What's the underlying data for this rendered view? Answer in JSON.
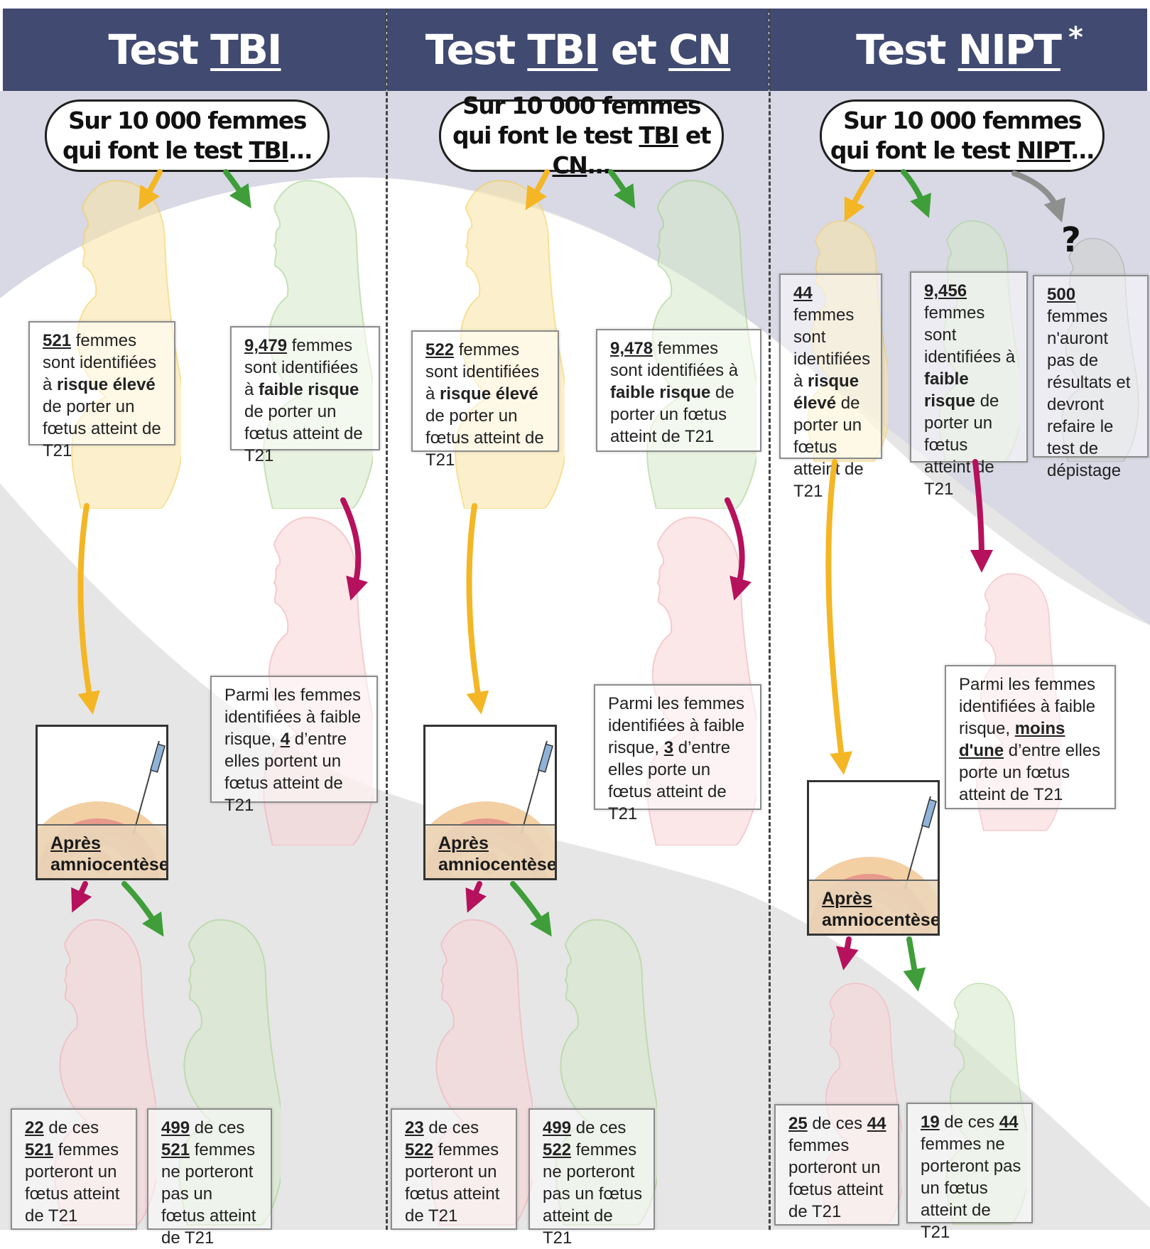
{
  "columns": [
    {
      "title_prefix": "Test ",
      "title_test": "TBI",
      "pill_line1": "Sur 10 000 femmes",
      "pill_line2_prefix": "qui font le test ",
      "pill_line2_test": "TBI",
      "pill_line2_suffix": "...",
      "high_risk": {
        "count": "521",
        "text1": " femmes sont identifiées à ",
        "bold": "risque élevé",
        "text2": " de porter un fœtus atteint de T21"
      },
      "low_risk": {
        "count": "9,479",
        "text1": " femmes sont identifiées à ",
        "bold": "faible risque",
        "text2": " de porter un fœtus atteint de T21"
      },
      "among_low": {
        "text1": "Parmi les femmes identifiées à faible risque, ",
        "number": "4",
        "text2": " d’entre elles portent un fœtus atteint de T21"
      },
      "amnio": {
        "line1": "Après",
        "line2": "amniocentèse"
      },
      "affected": {
        "count": "22",
        "text1": " de ces ",
        "total": "521",
        "text2": " femmes porteront un fœtus atteint de T21"
      },
      "unaffected": {
        "count": "499",
        "text1": " de ces ",
        "total": "521",
        "text2": " femmes ne porteront pas un fœtus atteint de T21"
      }
    },
    {
      "title_prefix": "Test ",
      "title_test": "TBI",
      "title_mid": " et ",
      "title_test2": "CN",
      "pill_line1": "Sur 10 000 femmes",
      "pill_line2_prefix": "qui font le test ",
      "pill_line2_test": "TBI",
      "pill_line2_mid": " et ",
      "pill_line2_test2": "CN",
      "pill_line2_suffix": "...",
      "high_risk": {
        "count": "522",
        "text1": " femmes sont identifiées à ",
        "bold": "risque élevé",
        "text2": " de porter un fœtus atteint de T21"
      },
      "low_risk": {
        "count": "9,478",
        "text1": " femmes sont identifiées à ",
        "bold": "faible risque",
        "text2": " de porter un fœtus atteint de T21"
      },
      "among_low": {
        "text1": "Parmi les femmes identifiées à faible risque, ",
        "number": "3",
        "text2": " d’entre elles porte un fœtus atteint de T21"
      },
      "amnio": {
        "line1": "Après",
        "line2": "amniocentèse"
      },
      "affected": {
        "count": "23",
        "text1": " de ces ",
        "total": "522",
        "text2": " femmes porteront un fœtus atteint de T21"
      },
      "unaffected": {
        "count": "499",
        "text1": " de ces ",
        "total": "522",
        "text2": " femmes ne porteront pas un fœtus atteint de T21"
      }
    },
    {
      "title_prefix": "Test ",
      "title_test": "NIPT",
      "title_star": "*",
      "pill_line1": "Sur 10 000 femmes",
      "pill_line2_prefix": "qui font le test ",
      "pill_line2_test": "NIPT",
      "pill_line2_suffix": "...",
      "high_risk": {
        "count": "44",
        "text1": " femmes sont identifiées à ",
        "bold": "risque élevé",
        "text2": " de porter un fœtus atteint de T21"
      },
      "low_risk": {
        "count": "9,456",
        "text1": " femmes sont identifiées à ",
        "bold": "faible risque",
        "text2": " de porter un fœtus atteint de T21"
      },
      "no_result": {
        "count": "500",
        "text": " femmes n'auront pas de résultats et devront refaire le test de dépistage"
      },
      "question_mark": "?",
      "among_low": {
        "text1": "Parmi les femmes identifiées à faible risque, ",
        "bold_u": "moins d'une",
        "text2": " d’entre elles porte un fœtus atteint de T21"
      },
      "amnio": {
        "line1": "Après",
        "line2": "amniocentèse"
      },
      "affected": {
        "count": "25",
        "text1": " de ces ",
        "total": "44",
        "text2": " femmes porteront un fœtus atteint de T21"
      },
      "unaffected": {
        "count": "19",
        "text1": " de ces ",
        "total": "44",
        "text2": " femmes ne porteront pas un fœtus atteint de T21"
      }
    }
  ],
  "colors": {
    "header": "#414a70",
    "yellow": "#f4b625",
    "green": "#3f9e3a",
    "magenta": "#b5115c",
    "grey": "#8f8f8f",
    "band_blue": "#d8d9e4",
    "band_grey": "#e5e5e5"
  },
  "icons": [
    "woman-silhouette-icon",
    "syringe-icon",
    "fetus-icon",
    "arrow-icon"
  ]
}
